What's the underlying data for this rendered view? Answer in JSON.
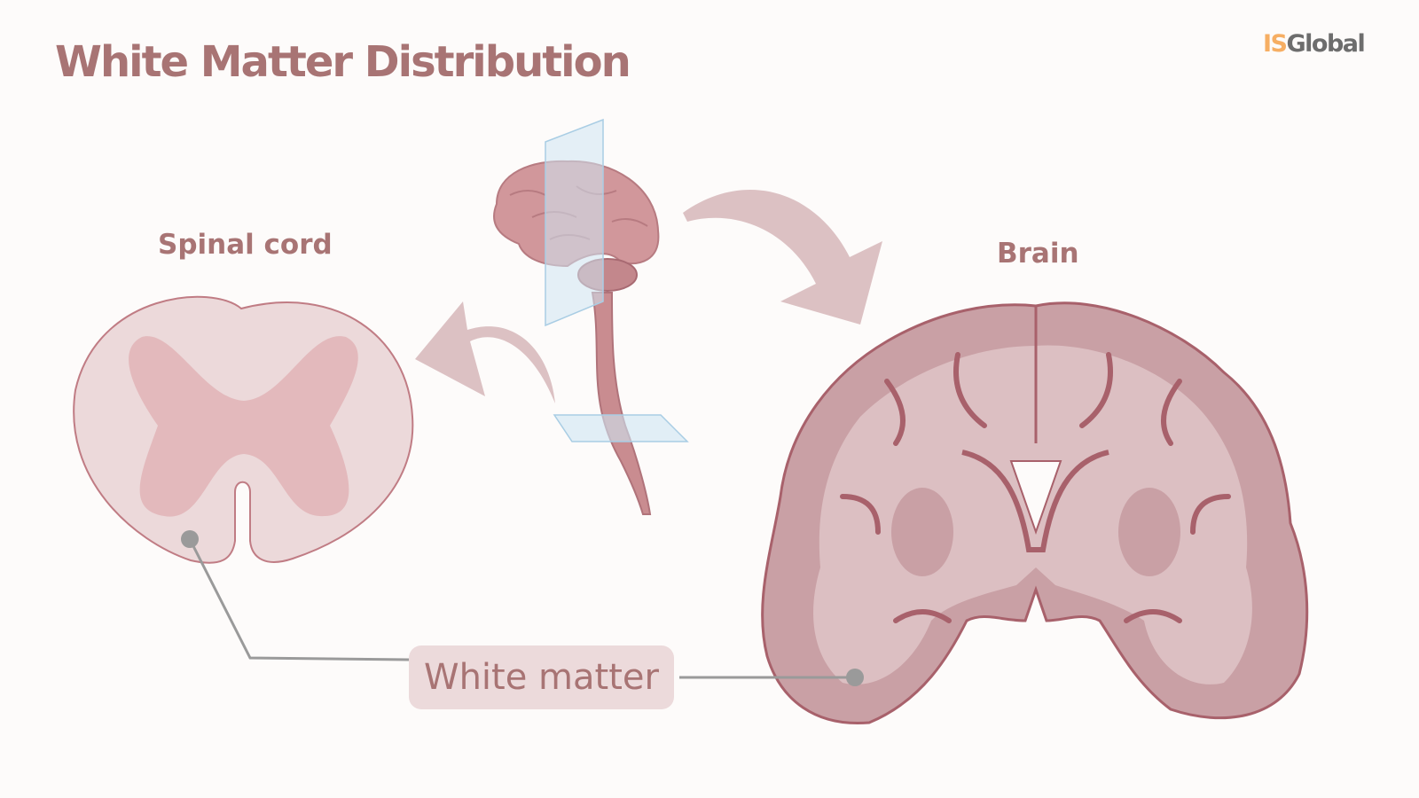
{
  "title": "White Matter Distribution",
  "logo": {
    "part1": "IS",
    "part2": "Global"
  },
  "labels": {
    "spinal_cord": "Spinal cord",
    "brain": "Brain",
    "white_matter": "White matter"
  },
  "colors": {
    "title": "#a87474",
    "arrow": "#dcc1c3",
    "brain_fill": "#c9a0a5",
    "white_matter": "#ecd9da",
    "gray_matter": "#e3b9bc",
    "plane": "#cfe6f3"
  }
}
